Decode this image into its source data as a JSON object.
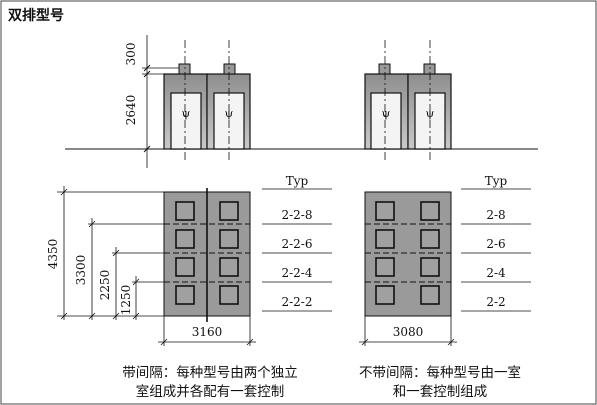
{
  "title": "双排型号",
  "elevation_dims": {
    "top": "300",
    "height": "2640"
  },
  "plan_dims": {
    "d1": "4350",
    "d2": "3300",
    "d3": "2250",
    "d4": "1250"
  },
  "width_left": "3160",
  "width_right": "3080",
  "typ_header": "Typ",
  "left_types": [
    "2-2-8",
    "2-2-6",
    "2-2-4",
    "2-2-2"
  ],
  "right_types": [
    "2-8",
    "2-6",
    "2-4",
    "2-2"
  ],
  "caption_left": [
    "带间隔：每种型号由两个独立",
    "室组成并各配有一套控制"
  ],
  "caption_right": [
    "不带间隔：每种型号由一室",
    "和一套控制组成"
  ]
}
